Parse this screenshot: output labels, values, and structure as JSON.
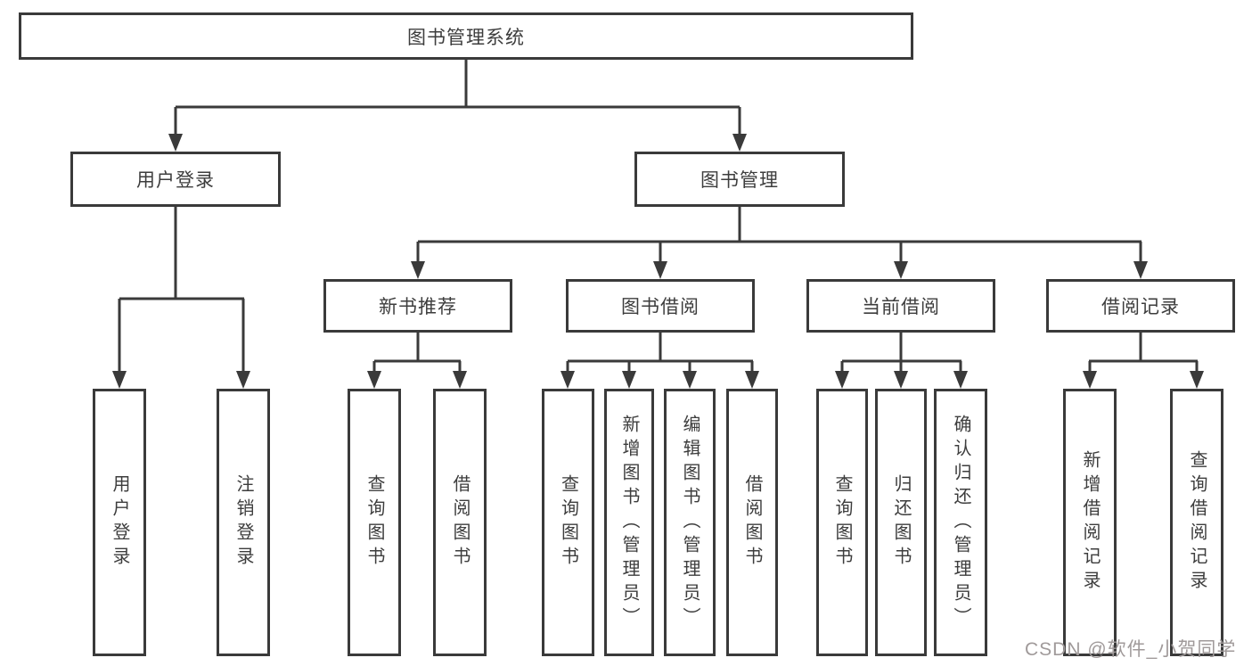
{
  "colors": {
    "line": "#3a3a3a",
    "text": "#3d3d3d",
    "box-bg": "#ffffff",
    "bg": "#ffffff",
    "watermark": "#a09a9a"
  },
  "diagram": {
    "type": "hierarchy-flowchart",
    "root": {
      "label": "图书管理系统"
    },
    "branches": [
      {
        "label": "用户登录",
        "children": [
          {
            "label": "用户登录"
          },
          {
            "label": "注销登录"
          }
        ]
      },
      {
        "label": "图书管理",
        "children": [
          {
            "label": "新书推荐",
            "children": [
              {
                "label": "查询图书"
              },
              {
                "label": "借阅图书"
              }
            ]
          },
          {
            "label": "图书借阅",
            "children": [
              {
                "label": "查询图书"
              },
              {
                "label": "新增图书（管理员）"
              },
              {
                "label": "编辑图书（管理员）"
              },
              {
                "label": "借阅图书"
              }
            ]
          },
          {
            "label": "当前借阅",
            "children": [
              {
                "label": "查询图书"
              },
              {
                "label": "归还图书"
              },
              {
                "label": "确认归还（管理员）"
              }
            ]
          },
          {
            "label": "借阅记录",
            "children": [
              {
                "label": "新增借阅记录"
              },
              {
                "label": "查询借阅记录"
              }
            ]
          }
        ]
      }
    ]
  },
  "watermark": {
    "text": "CSDN @软件_小贺同学"
  }
}
